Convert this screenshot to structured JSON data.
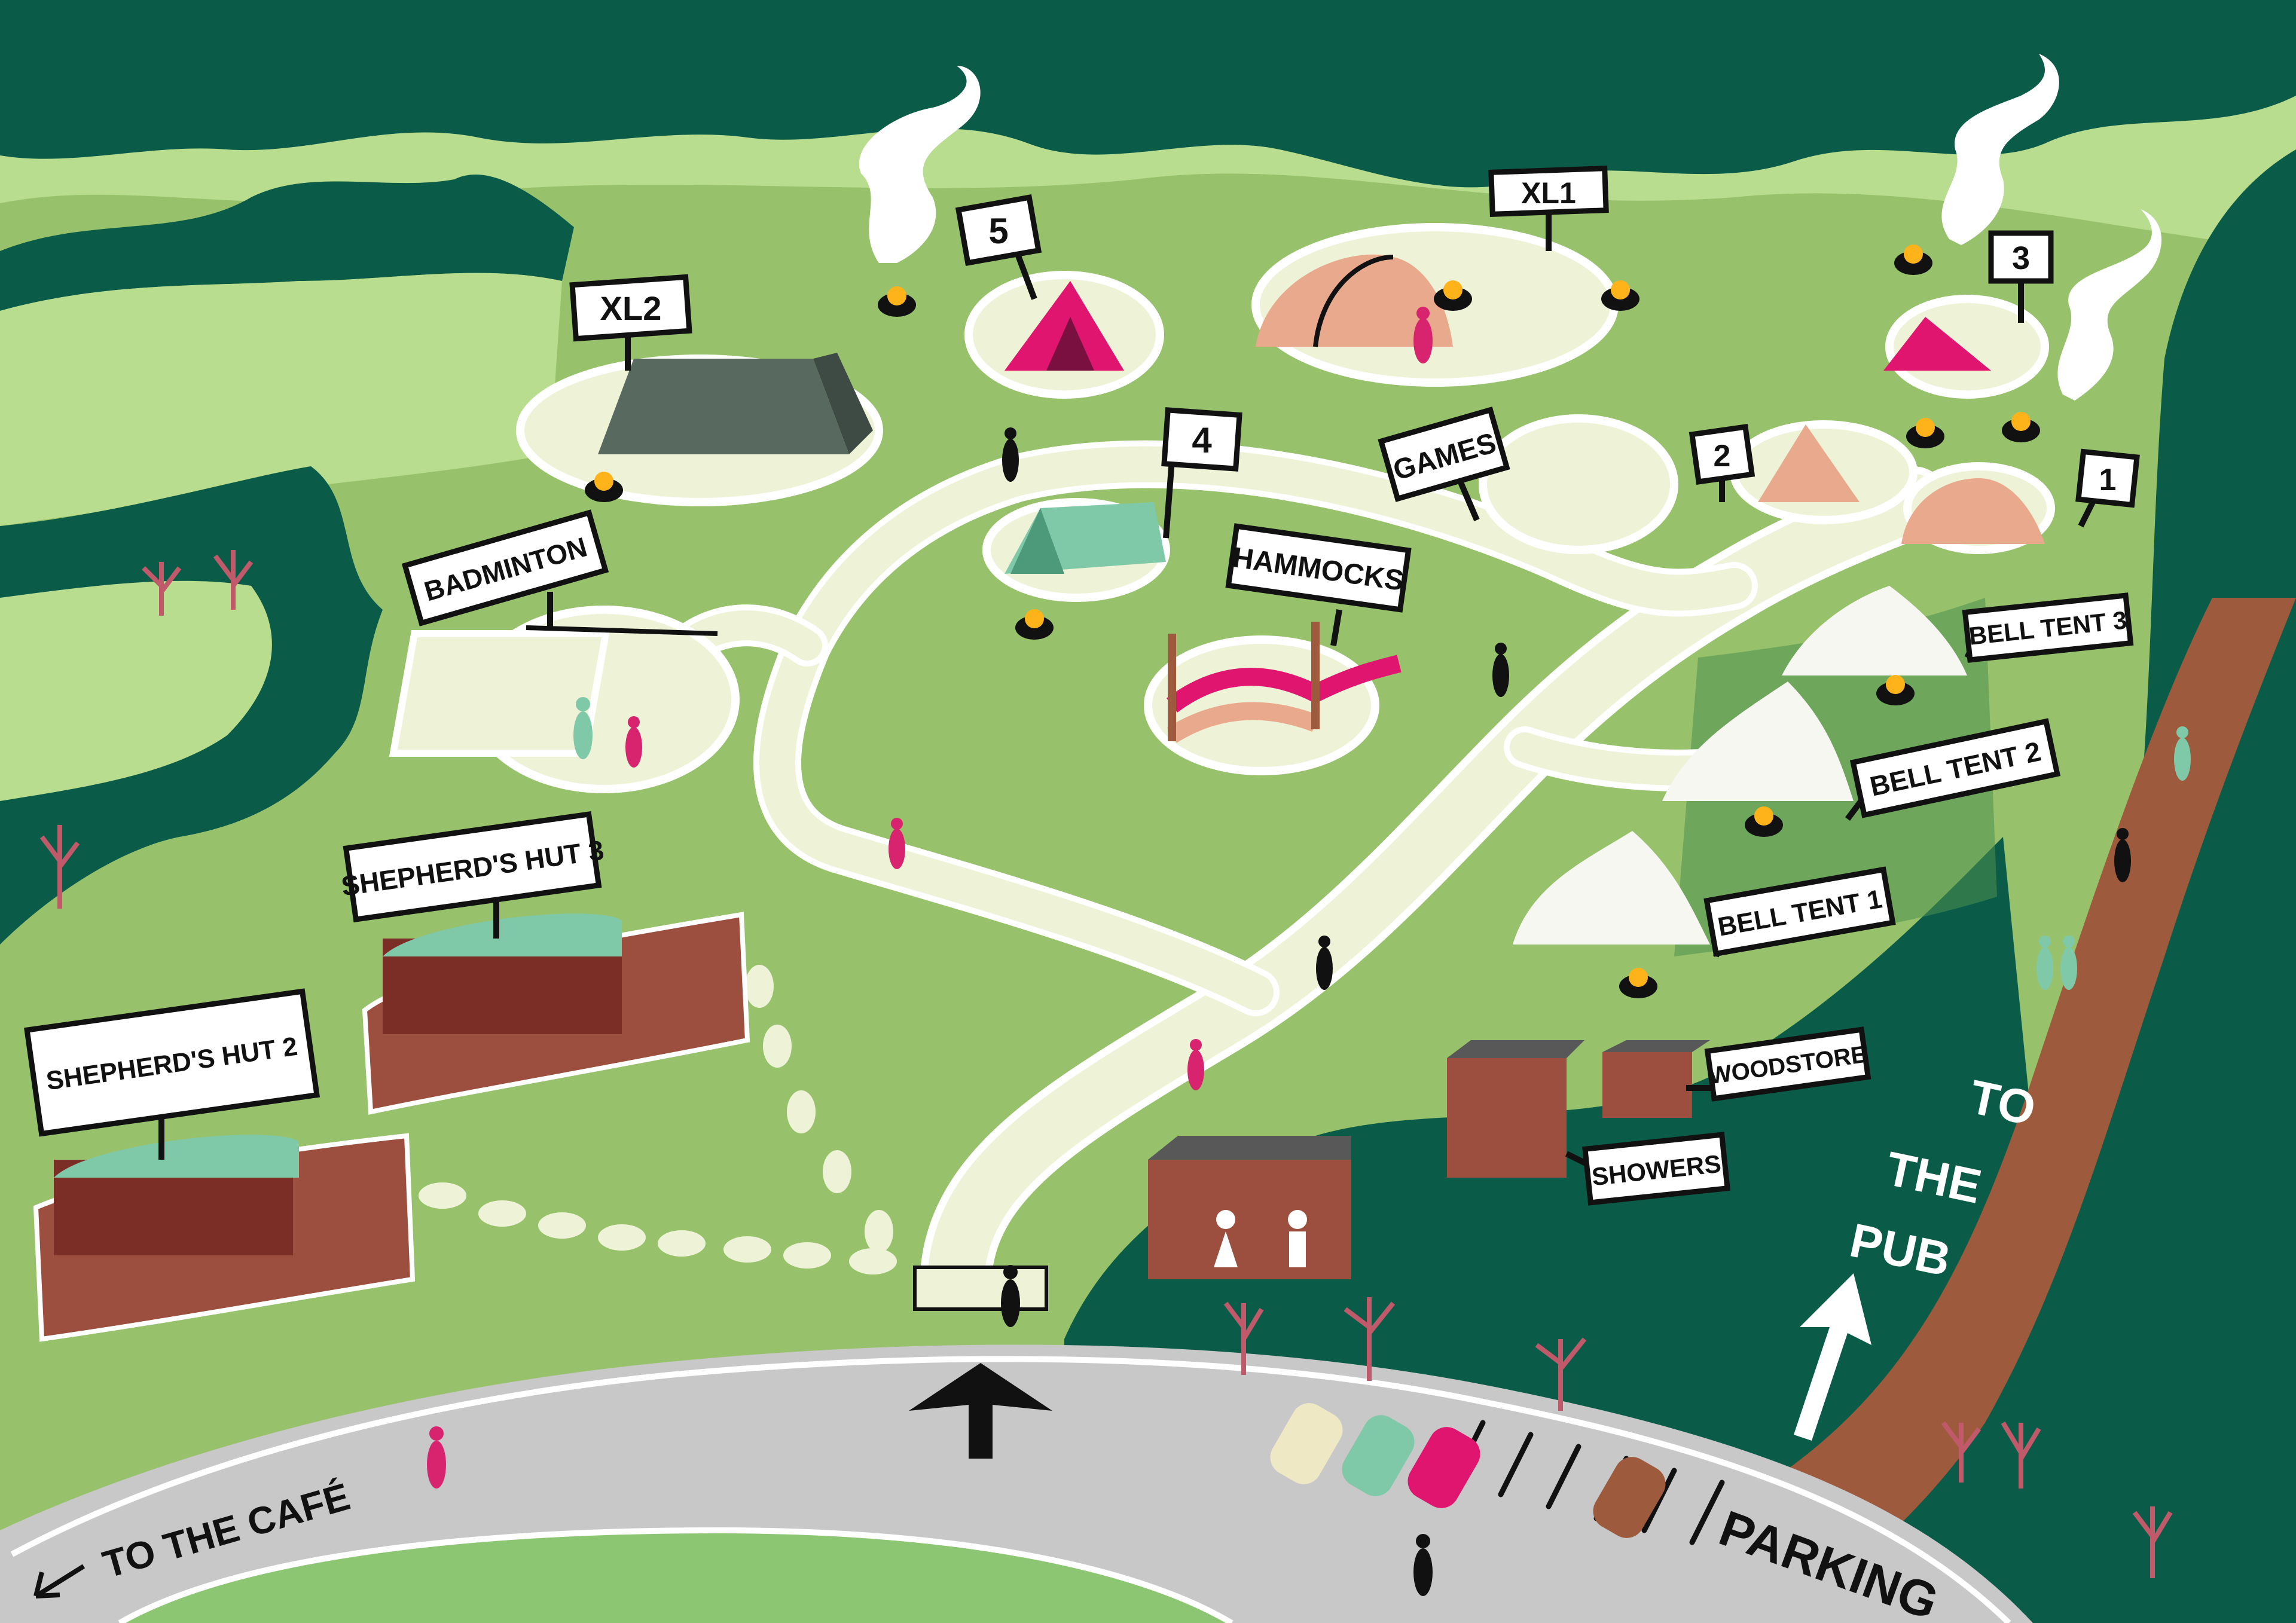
{
  "labels": {
    "xl1": "XL1",
    "xl2": "XL2",
    "pitch5": "5",
    "pitch4": "4",
    "pitch3": "3",
    "pitch2": "2",
    "pitch1": "1",
    "games": "GAMES",
    "hammocks": "HAMMOCKS",
    "badminton": "BADMINTON",
    "bell_tent_3": "BELL TENT 3",
    "bell_tent_2": "BELL TENT 2",
    "bell_tent_1": "BELL TENT 1",
    "shepherds_hut_3": "SHEPHERD'S HUT 3",
    "shepherds_hut_2": "SHEPHERD'S HUT 2",
    "woodstore": "WOODSTORE",
    "showers": "SHOWERS"
  },
  "directions": {
    "to_the_pub_line1": "TO",
    "to_the_pub_line2": "THE",
    "to_the_pub_line3": "PUB",
    "to_the_cafe": "TO THE CAFÉ",
    "parking": "PARKING"
  },
  "icons": {
    "entrance": "up-arrow-icon",
    "pub_direction": "up-arrow-icon",
    "cafe_direction": "down-left-arrow-icon",
    "toilets": "toilet-figures-icon",
    "fire_pit": "fire-pit-icon",
    "bbq": "bbq-grill-icon"
  },
  "colors": {
    "forest": "#0a5c48",
    "meadow": "#97c26b",
    "light_meadow": "#b9dd8e",
    "path": "#eef2d6",
    "road": "#c8c8c8",
    "earth_path": "#9e5a3c",
    "tent_pink": "#e0156f",
    "tent_peach": "#e9a98c",
    "tent_mint": "#7fc9a8",
    "hut_red": "#9c4f3e",
    "person_pink": "#d8246e"
  }
}
